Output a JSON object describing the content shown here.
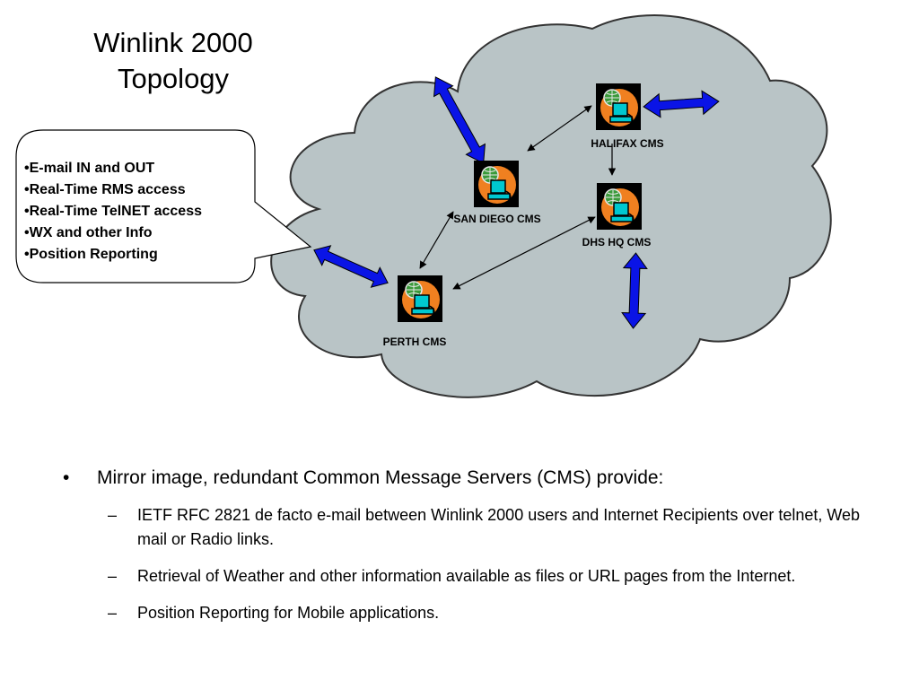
{
  "title": {
    "line1": "Winlink 2000",
    "line2": "Topology"
  },
  "colors": {
    "cloud_fill": "#b9c4c6",
    "cloud_stroke": "#333333",
    "arrow_blue": "#0a14e6",
    "icon_orange": "#f08020",
    "icon_green": "#3a9a3a",
    "icon_cyan": "#00c8d0"
  },
  "callout": {
    "items": [
      "E-mail IN and OUT",
      "Real-Time RMS access",
      "Real-Time TelNET access",
      "WX and other Info",
      "Position Reporting"
    ]
  },
  "nodes": {
    "halifax": {
      "label": "HALIFAX CMS",
      "icon": "computer-globe-icon"
    },
    "san_diego": {
      "label": "SAN DIEGO CMS",
      "icon": "computer-globe-icon"
    },
    "dhs_hq": {
      "label": "DHS HQ CMS",
      "icon": "computer-globe-icon"
    },
    "perth": {
      "label": "PERTH CMS",
      "icon": "computer-globe-icon"
    }
  },
  "bullets": {
    "main": {
      "marker": "•",
      "text": "Mirror image, redundant Common Message Servers (CMS) provide:"
    },
    "sub": [
      {
        "marker": "–",
        "text": "IETF RFC 2821 de facto e-mail between Winlink 2000 users and Internet Recipients over telnet, Web mail or Radio links."
      },
      {
        "marker": "–",
        "text": "Retrieval of Weather and other information available as files or URL pages from the Internet."
      },
      {
        "marker": "–",
        "text": "Position Reporting for Mobile applications."
      }
    ]
  }
}
